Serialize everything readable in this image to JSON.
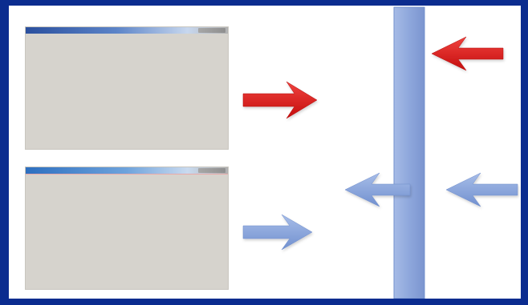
{
  "colors": {
    "slide_background": "#0b2c8f",
    "canvas_background": "#ffffff",
    "window_body": "#d6d3cd",
    "bar_fill": "#8ea7dc",
    "red_arrow": "#d41313",
    "blue_arrow": "#7e9cd6"
  },
  "diagram": {
    "elements": [
      {
        "name": "window-top",
        "kind": "application-window"
      },
      {
        "name": "window-bottom",
        "kind": "application-window"
      },
      {
        "name": "vertical-bar",
        "kind": "channel"
      },
      {
        "name": "red-arrow-left",
        "color": "red",
        "direction": "right"
      },
      {
        "name": "red-arrow-right",
        "color": "red",
        "direction": "left"
      },
      {
        "name": "blue-arrow-left",
        "color": "blue",
        "direction": "right"
      },
      {
        "name": "blue-arrow-middle",
        "color": "blue",
        "direction": "left"
      },
      {
        "name": "blue-arrow-right",
        "color": "blue",
        "direction": "left"
      }
    ]
  }
}
